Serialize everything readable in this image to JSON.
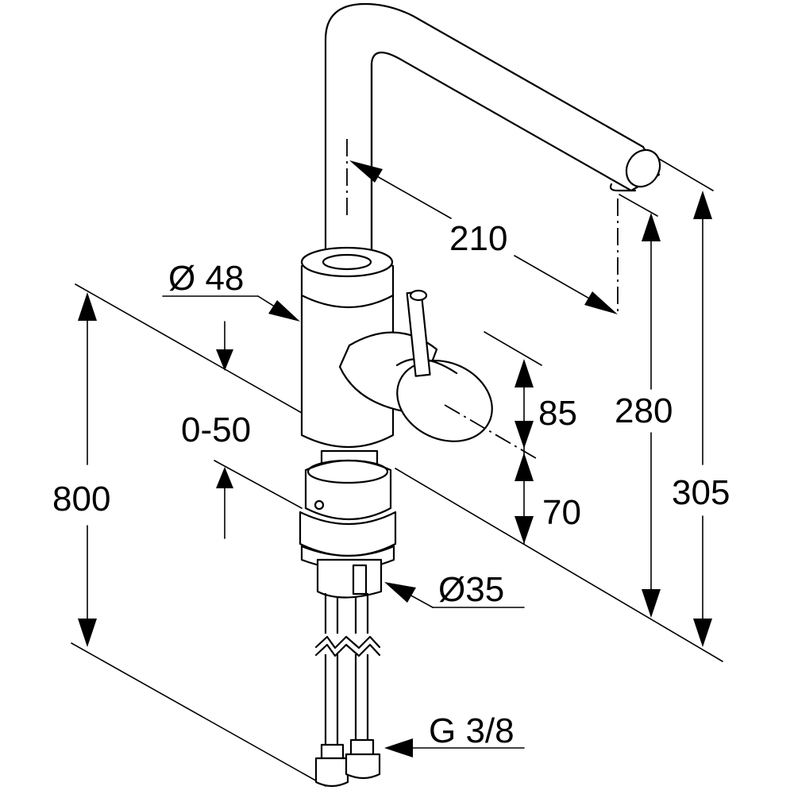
{
  "dimensions": {
    "spout_reach": "210",
    "body_diameter": "Ø 48",
    "deck_thickness": "0-50",
    "height_total_counter": "800",
    "lever_height": "85",
    "lever_base": "70",
    "spout_height": "280",
    "overall_height": "305",
    "shank_diameter": "Ø35",
    "connection": "G 3/8"
  },
  "colors": {
    "line": "#000000",
    "background": "#ffffff"
  }
}
